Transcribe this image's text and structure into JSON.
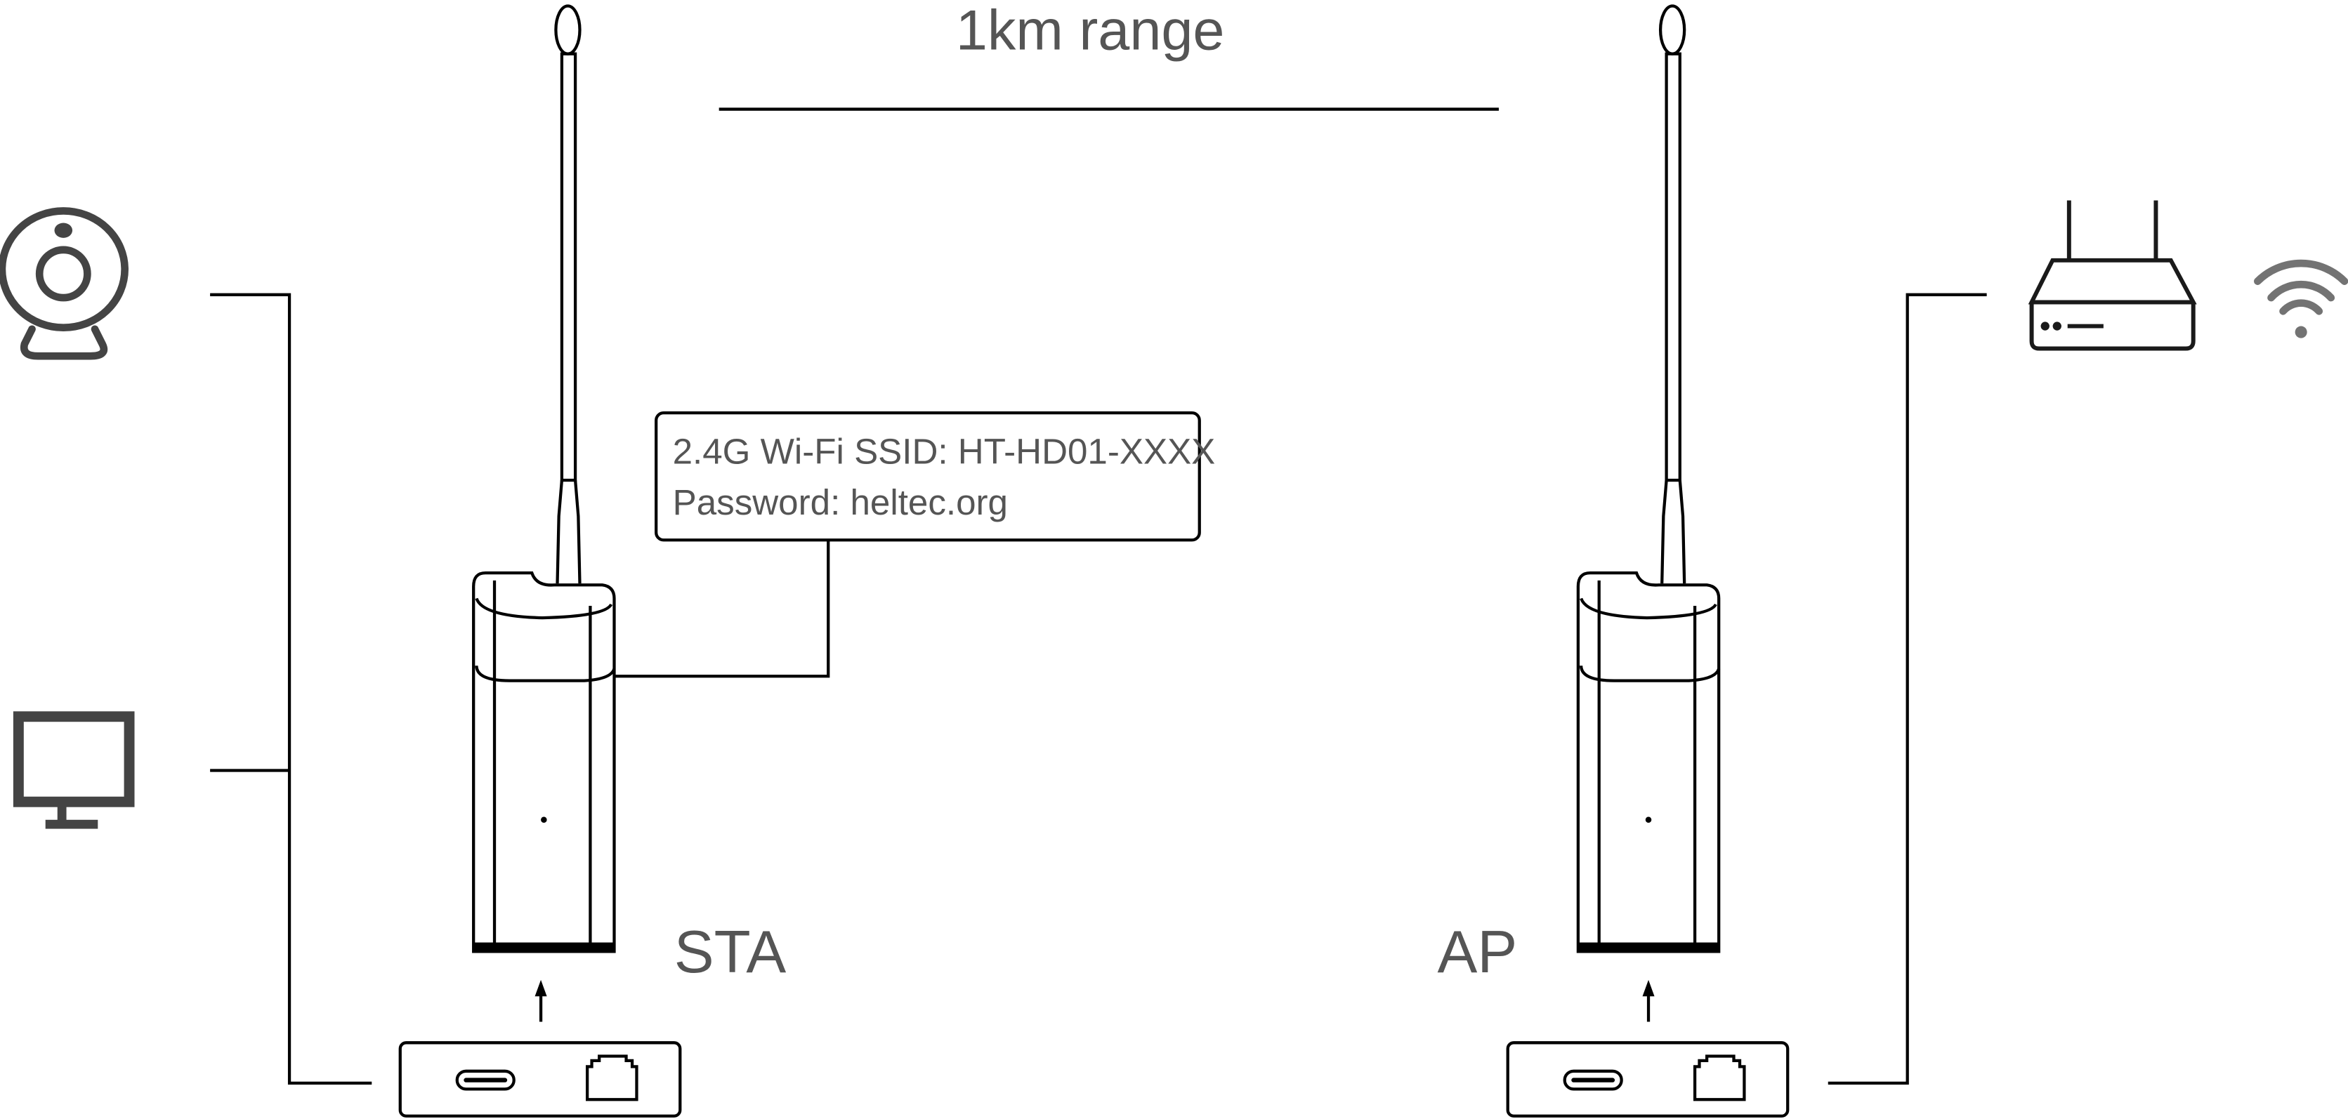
{
  "range_label": "1km range",
  "callout": {
    "ssid_line": "2.4G Wi-Fi SSID: HT-HD01-XXXX",
    "password_line": "Password: heltec.org"
  },
  "devices": {
    "left_label": "STA",
    "right_label": "AP"
  },
  "icons": [
    "webcam-icon",
    "monitor-icon",
    "router-icon",
    "wifi-icon",
    "usb-c-port-icon",
    "ethernet-port-icon",
    "antenna-icon",
    "arrow-up-icon"
  ],
  "colors": {
    "text": "#555555",
    "icon_gray": "#444444",
    "wifi_gray": "#737373",
    "line": "#000000"
  }
}
